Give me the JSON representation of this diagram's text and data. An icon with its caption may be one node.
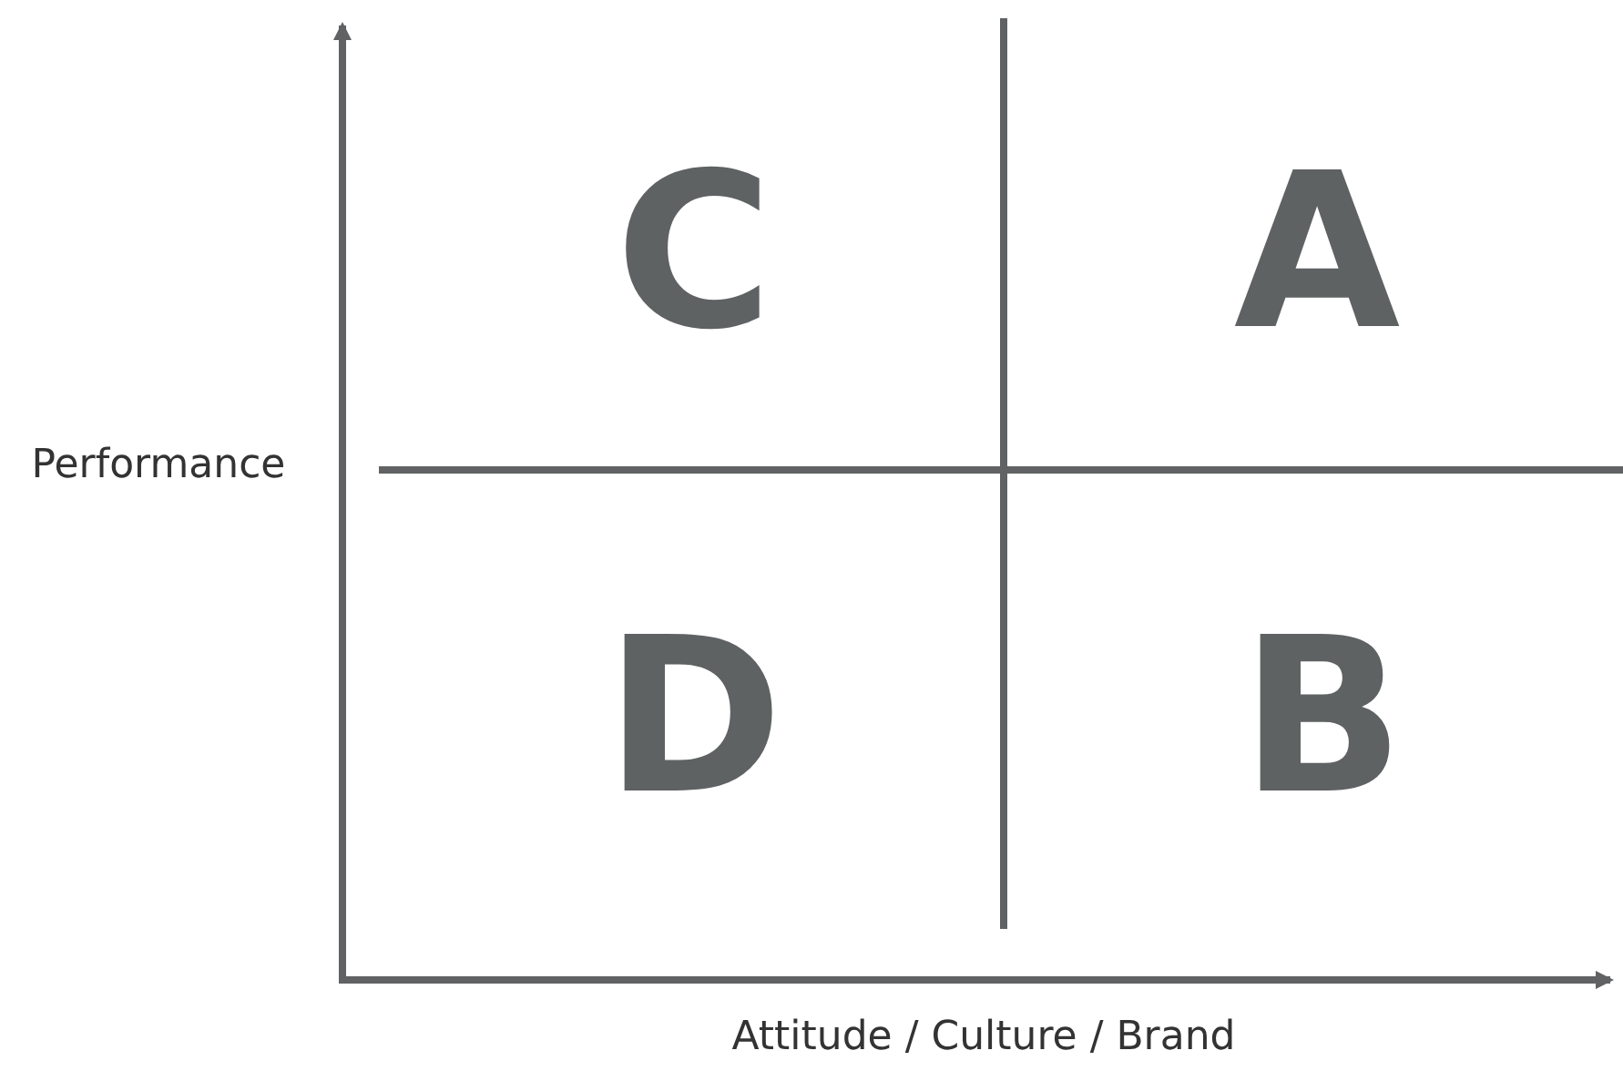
{
  "diagram": {
    "labels": [
      "C",
      "A",
      "Performance",
      "D",
      "B",
      "Attitude / Culture / Brand"
    ]
  }
}
